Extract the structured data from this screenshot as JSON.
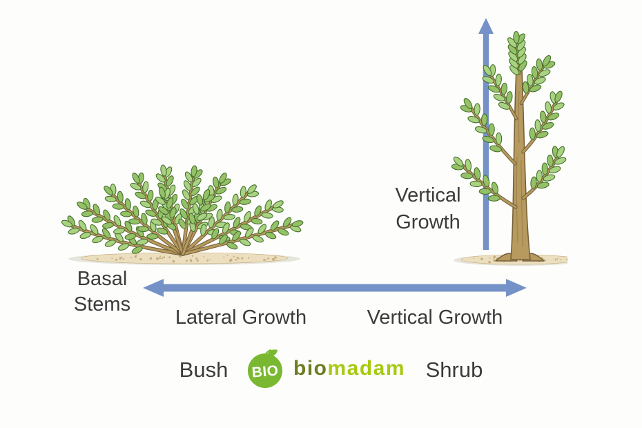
{
  "labels": {
    "basal_stems": {
      "line1": "Basal",
      "line2": "Stems"
    },
    "lateral_growth": "Lateral Growth",
    "vertical_growth_axis": "Vertical Growth",
    "vertical_growth_side": {
      "line1": "Vertical",
      "line2": "Growth"
    },
    "bush": "Bush",
    "shrub": "Shrub"
  },
  "logo": {
    "badge_text": "BIO",
    "wordmark_prefix": "bio",
    "wordmark_suffix": "madam"
  },
  "colors": {
    "background": "#fdfdfb",
    "arrow_blue": "#7492c7",
    "text_dark": "#3b3b3b",
    "leaf_fill": "#94c167",
    "leaf_fill_light": "#a9d282",
    "leaf_outline": "#46702c",
    "stem_fill": "#b69a5e",
    "stem_outline": "#76603a",
    "ground_fill": "#ecdfc0",
    "ground_speckle": "#c4ab7c",
    "ground_shadow": "#e6e5dc",
    "badge_green": "#79b830",
    "wordmark_prefix_color": "#6d7c20",
    "wordmark_suffix_color": "#a6ca12"
  }
}
